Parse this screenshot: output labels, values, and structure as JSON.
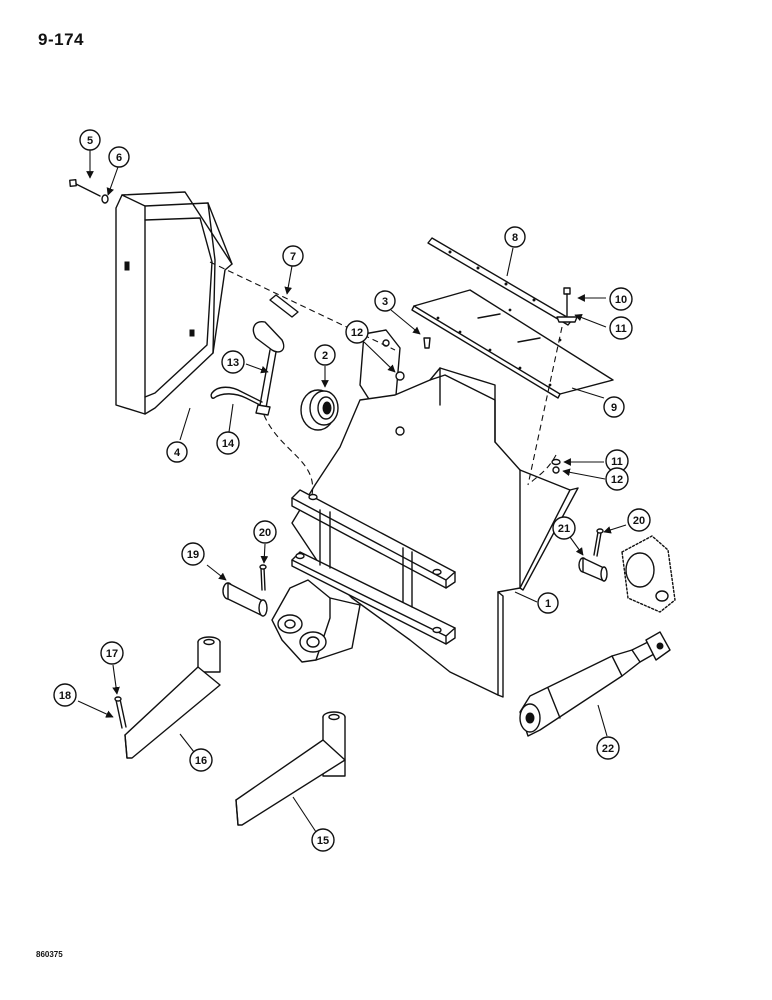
{
  "page_number": "9-174",
  "figure_code": "860375",
  "callouts": [
    "5",
    "6",
    "7",
    "8",
    "10",
    "11",
    "3",
    "12",
    "13",
    "2",
    "14",
    "4",
    "9",
    "11",
    "12",
    "21",
    "20",
    "19",
    "20",
    "1",
    "17",
    "18",
    "16",
    "22",
    "15"
  ]
}
